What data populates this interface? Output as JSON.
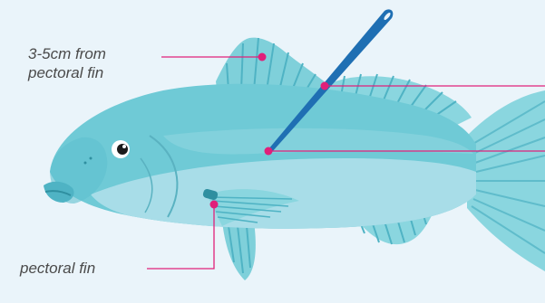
{
  "labels": {
    "injection_site_line1": "3-5cm from",
    "injection_site_line2": "pectoral fin",
    "pectoral_fin": "pectoral fin"
  },
  "colors": {
    "background": "#eaf4fa",
    "body": "#6fcad6",
    "belly": "#a8dde8",
    "fin": "#7bcfd9",
    "fin_dark": "#4fb3c4",
    "needle": "#1f6fb3",
    "leader_line": "#e0207a",
    "text": "#4a4a4a"
  }
}
